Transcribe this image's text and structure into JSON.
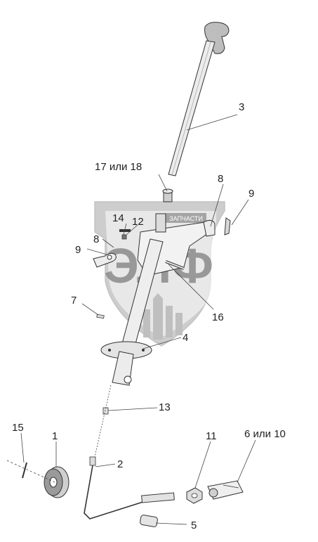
{
  "watermark": {
    "logo_text": "ЭЛФ",
    "banner_text": "ЗАПЧАСТИ",
    "colors": {
      "shield": "#d0d0d0",
      "shield_dark": "#8a8a8a"
    }
  },
  "callouts": {
    "c1": "1",
    "c2": "2",
    "c3": "3",
    "c4": "4",
    "c5": "5",
    "c6_10": "6 или 10",
    "c7": "7",
    "c8a": "8",
    "c8b": "8",
    "c9a": "9",
    "c9b": "9",
    "c11": "11",
    "c12": "12",
    "c13": "13",
    "c14": "14",
    "c15": "15",
    "c16": "16",
    "c17_18": "17 или 18"
  },
  "colors": {
    "line": "#333333",
    "part_fill": "#e6e6e6",
    "dark_fill": "#444444"
  }
}
